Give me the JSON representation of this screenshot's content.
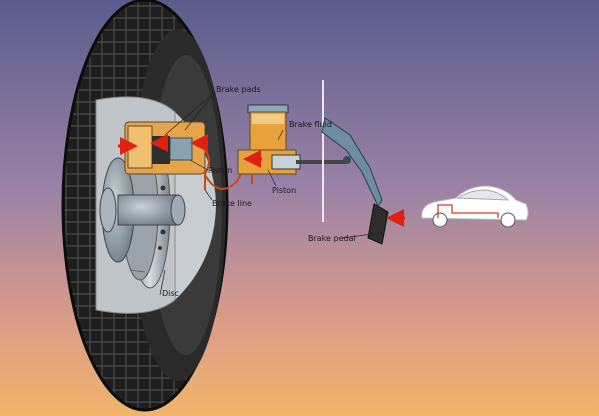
{
  "labels": {
    "brake_pads": "Brake pads",
    "brake_fluid": "Brake fluid",
    "piston_caliper": "Piston",
    "piston_master": "Piston",
    "brake_line": "Brake line",
    "brake_pedal": "Brake pedal",
    "disc": "Disc"
  },
  "colors": {
    "sky_top": "#5b5e8c",
    "sky_mid": "#a68aa6",
    "sky_bottom": "#f0b070",
    "tire": "#1d1d1d",
    "fluid": "#e8a23c",
    "arrow": "#e02010",
    "metal": "#6f8da0",
    "car_line": "#e03a2a"
  },
  "icons": [
    "tire-icon",
    "brake-disc-icon",
    "caliper-icon",
    "master-cylinder-icon",
    "brake-pedal-icon",
    "car-icon",
    "arrow-icon"
  ]
}
